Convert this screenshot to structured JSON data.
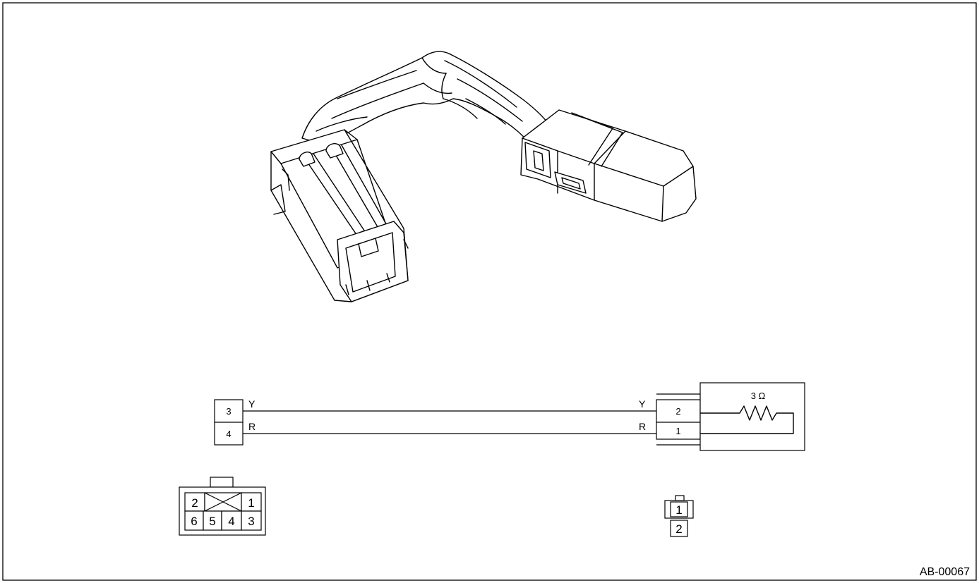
{
  "figure": {
    "id_label": "AB-00067"
  },
  "schematic": {
    "left_connector_pins": [
      "3",
      "4"
    ],
    "right_connector_pins": [
      "2",
      "1"
    ],
    "wire_colors": {
      "left_top": "Y",
      "left_bottom": "R",
      "right_top": "Y",
      "right_bottom": "R"
    },
    "resistor_label": "3 Ω"
  },
  "face_views": {
    "left_connector": {
      "top_row": [
        "2",
        "1"
      ],
      "bottom_row": [
        "6",
        "5",
        "4",
        "3"
      ]
    },
    "right_connector": [
      "1",
      "2"
    ]
  }
}
